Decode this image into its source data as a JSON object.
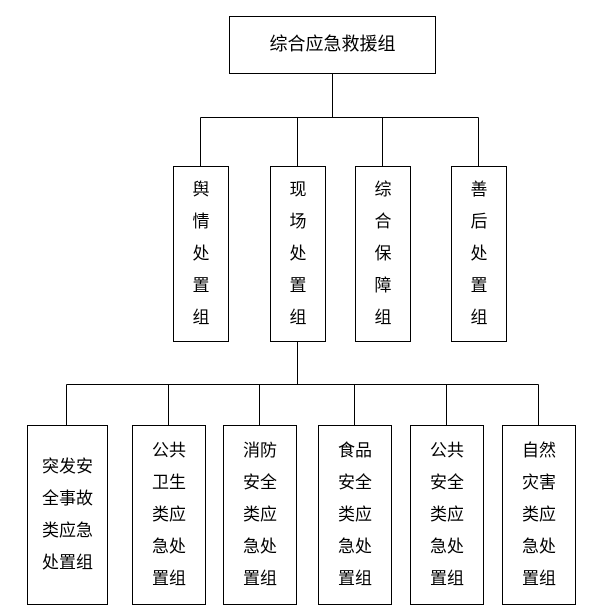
{
  "diagram": {
    "root": {
      "label": "综合应急救援组"
    },
    "groups": [
      {
        "lines": [
          "舆",
          "情",
          "处",
          "置",
          "组"
        ]
      },
      {
        "lines": [
          "现",
          "场",
          "处",
          "置",
          "组"
        ]
      },
      {
        "lines": [
          "综",
          "合",
          "保",
          "障",
          "组"
        ]
      },
      {
        "lines": [
          "善",
          "后",
          "处",
          "置",
          "组"
        ]
      }
    ],
    "subgroups": [
      {
        "lines": [
          "突发安",
          "全事故",
          "类应急",
          "处置组"
        ]
      },
      {
        "lines": [
          "公共",
          "卫生",
          "类应",
          "急处",
          "置组"
        ]
      },
      {
        "lines": [
          "消防",
          "安全",
          "类应",
          "急处",
          "置组"
        ]
      },
      {
        "lines": [
          "食品",
          "安全",
          "类应",
          "急处",
          "置组"
        ]
      },
      {
        "lines": [
          "公共",
          "安全",
          "类应",
          "急处",
          "置组"
        ]
      },
      {
        "lines": [
          "自然",
          "灾害",
          "类应",
          "急处",
          "置组"
        ]
      }
    ],
    "line_color": "#000000",
    "box_border_color": "#000000",
    "background_color": "#ffffff"
  }
}
